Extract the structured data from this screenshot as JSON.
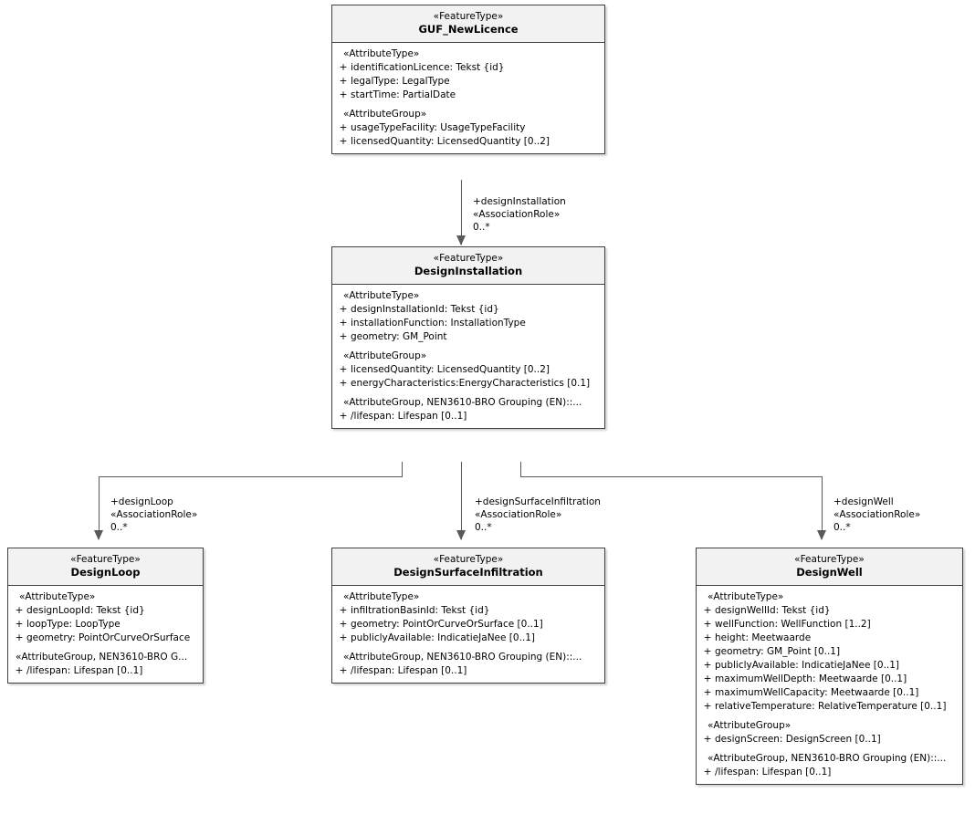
{
  "diagram": {
    "type": "uml-class-diagram",
    "classes": [
      {
        "id": "guf",
        "stereotype": "«FeatureType»",
        "name": "GUF_NewLicence",
        "compartments": [
          {
            "group": "«AttributeType»",
            "attributes": [
              {
                "vis": "+",
                "text": "identificationLicence: Tekst {id}"
              },
              {
                "vis": "+",
                "text": "legalType: LegalType"
              },
              {
                "vis": "+",
                "text": "startTime: PartialDate"
              }
            ]
          },
          {
            "group": "«AttributeGroup»",
            "attributes": [
              {
                "vis": "+",
                "text": "usageTypeFacility: UsageTypeFacility"
              },
              {
                "vis": "+",
                "text": "licensedQuantity: LicensedQuantity [0..2]"
              }
            ]
          }
        ]
      },
      {
        "id": "designinstallation",
        "stereotype": "«FeatureType»",
        "name": "DesignInstallation",
        "compartments": [
          {
            "group": "«AttributeType»",
            "attributes": [
              {
                "vis": "+",
                "text": "designInstallationId: Tekst {id}"
              },
              {
                "vis": "+",
                "text": "installationFunction: InstallationType"
              },
              {
                "vis": "+",
                "text": "geometry: GM_Point"
              }
            ]
          },
          {
            "group": "«AttributeGroup»",
            "attributes": [
              {
                "vis": "+",
                "text": "licensedQuantity: LicensedQuantity [0..2]"
              },
              {
                "vis": "+",
                "text": "energyCharacteristics:EnergyCharacteristics [0.1]"
              }
            ]
          },
          {
            "group": "«AttributeGroup, NEN3610-BRO Grouping (EN)::...",
            "attributes": [
              {
                "vis": "+",
                "text": "/lifespan: Lifespan [0..1]"
              }
            ]
          }
        ]
      },
      {
        "id": "designloop",
        "stereotype": "«FeatureType»",
        "name": "DesignLoop",
        "compartments": [
          {
            "group": "«AttributeType»",
            "attributes": [
              {
                "vis": "+",
                "text": "designLoopId: Tekst {id}"
              },
              {
                "vis": "+",
                "text": "loopType: LoopType"
              },
              {
                "vis": "+",
                "text": "geometry: PointOrCurveOrSurface"
              }
            ]
          },
          {
            "group": "«AttributeGroup, NEN3610-BRO G...",
            "attributes": [
              {
                "vis": "+",
                "text": "/lifespan: Lifespan [0..1]"
              }
            ]
          }
        ]
      },
      {
        "id": "designsurfaceinfiltration",
        "stereotype": "«FeatureType»",
        "name": "DesignSurfaceInfiltration",
        "compartments": [
          {
            "group": "«AttributeType»",
            "attributes": [
              {
                "vis": "+",
                "text": "infiltrationBasinId: Tekst {id}"
              },
              {
                "vis": "+",
                "text": "geometry: PointOrCurveOrSurface [0..1]"
              },
              {
                "vis": "+",
                "text": "publiclyAvailable: IndicatieJaNee [0..1]"
              }
            ]
          },
          {
            "group": "«AttributeGroup, NEN3610-BRO Grouping (EN)::...",
            "attributes": [
              {
                "vis": "+",
                "text": "/lifespan: Lifespan [0..1]"
              }
            ]
          }
        ]
      },
      {
        "id": "designwell",
        "stereotype": "«FeatureType»",
        "name": "DesignWell",
        "compartments": [
          {
            "group": "«AttributeType»",
            "attributes": [
              {
                "vis": "+",
                "text": "designWellId: Tekst {id}"
              },
              {
                "vis": "+",
                "text": "wellFunction: WellFunction [1..2]"
              },
              {
                "vis": "+",
                "text": "height: Meetwaarde"
              },
              {
                "vis": "+",
                "text": "geometry: GM_Point [0..1]"
              },
              {
                "vis": "+",
                "text": "publiclyAvailable: IndicatieJaNee [0..1]"
              },
              {
                "vis": "+",
                "text": "maximumWellDepth: Meetwaarde [0..1]"
              },
              {
                "vis": "+",
                "text": "maximumWellCapacity: Meetwaarde [0..1]"
              },
              {
                "vis": "+",
                "text": "relativeTemperature: RelativeTemperature [0..1]"
              }
            ]
          },
          {
            "group": "«AttributeGroup»",
            "attributes": [
              {
                "vis": "+",
                "text": "designScreen: DesignScreen [0..1]"
              }
            ]
          },
          {
            "group": "«AttributeGroup, NEN3610-BRO Grouping (EN)::...",
            "attributes": [
              {
                "vis": "+",
                "text": "/lifespan: Lifespan [0..1]"
              }
            ]
          }
        ]
      }
    ],
    "associations": [
      {
        "id": "assoc-designinstallation",
        "role": "+designInstallation",
        "stereotype": "«AssociationRole»",
        "multiplicity": "0..*"
      },
      {
        "id": "assoc-designloop",
        "role": "+designLoop",
        "stereotype": "«AssociationRole»",
        "multiplicity": "0..*"
      },
      {
        "id": "assoc-designsurfaceinfiltration",
        "role": "+designSurfaceInfiltration",
        "stereotype": "«AssociationRole»",
        "multiplicity": "0..*"
      },
      {
        "id": "assoc-designwell",
        "role": "+designWell",
        "stereotype": "«AssociationRole»",
        "multiplicity": "0..*"
      }
    ]
  }
}
